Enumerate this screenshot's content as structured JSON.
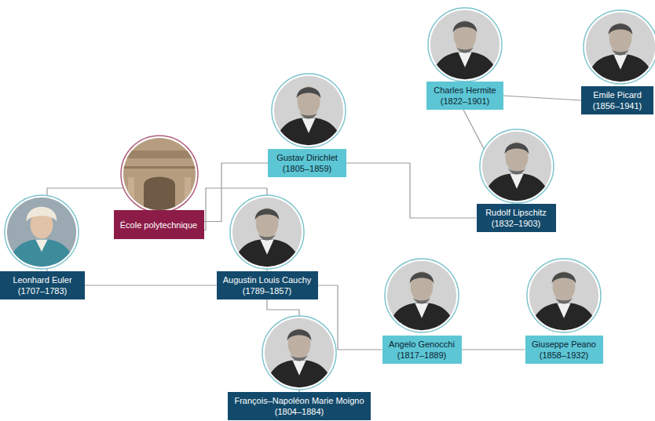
{
  "diagram": {
    "nodes": [
      {
        "text": [
          "Charles Hermite",
          "(1822–1901)"
        ]
      },
      {
        "text": [
          "Emile Picard",
          "(1856–1941)"
        ]
      },
      {
        "text": [
          "Gustav Dirichlet",
          "(1805–1859)"
        ]
      },
      {
        "text": [
          "École polytechnique"
        ]
      },
      {
        "text": [
          "Rudolf Lipschitz",
          "(1832–1903)"
        ]
      },
      {
        "text": [
          "Leonhard Euler",
          "(1707–1783)"
        ]
      },
      {
        "text": [
          "Augustin Louis Cauchy",
          "(1789–1857)"
        ]
      },
      {
        "text": [
          "Angelo Genocchi",
          "(1817–1889)"
        ]
      },
      {
        "text": [
          "Giuseppe Peano",
          "(1858–1932)"
        ]
      },
      {
        "text": [
          "François–Napoléon Marie Moigno",
          "(1804–1884)"
        ]
      }
    ],
    "edges": [
      {
        "from": 0,
        "to": 1,
        "arrow": "none"
      },
      {
        "from": 0,
        "to": 4,
        "arrow": "none"
      },
      {
        "from": 2,
        "to": 4,
        "arrow": "none"
      },
      {
        "from": 5,
        "to": 3,
        "arrow": "none"
      },
      {
        "from": 3,
        "to": 2,
        "arrow": "none"
      },
      {
        "from": 3,
        "to": 6,
        "arrow": "none"
      },
      {
        "from": 5,
        "to": 6,
        "arrow": "none"
      },
      {
        "from": 6,
        "to": 7,
        "arrow": "none"
      },
      {
        "from": 6,
        "to": 9,
        "arrow": "none"
      },
      {
        "from": 7,
        "to": 8,
        "arrow": "none"
      }
    ]
  }
}
